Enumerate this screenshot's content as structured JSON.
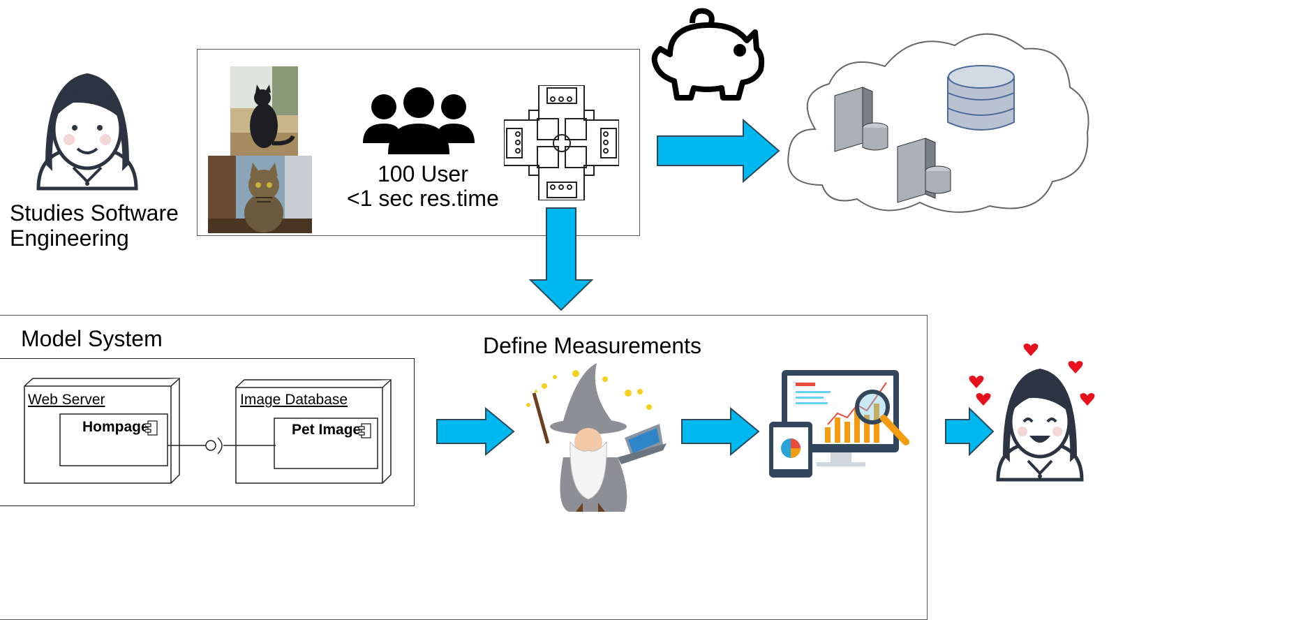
{
  "student": {
    "caption_line1": "Studies Software",
    "caption_line2": "Engineering"
  },
  "requirements": {
    "users": "100 User",
    "response_time": "<1 sec res.time"
  },
  "bottom": {
    "model_label": "Model System",
    "measure_label": "Define Measurements",
    "uml": {
      "node1_title": "Web Server",
      "node1_component": "Hompage",
      "node2_title": "Image Database",
      "node2_component": "Pet Images"
    }
  },
  "colors": {
    "arrow": "#00b8f0",
    "arrow_outline": "#2a4a5a",
    "heart": "#e8101c",
    "cloud_stroke": "#666666"
  },
  "icons": [
    "person-icon",
    "cat-photo",
    "users-icon",
    "architecture-icon",
    "piggy-bank-icon",
    "cloud-icon",
    "server-icon",
    "database-icon",
    "wizard-icon",
    "dashboard-icon",
    "happy-person-icon",
    "heart-icon"
  ]
}
